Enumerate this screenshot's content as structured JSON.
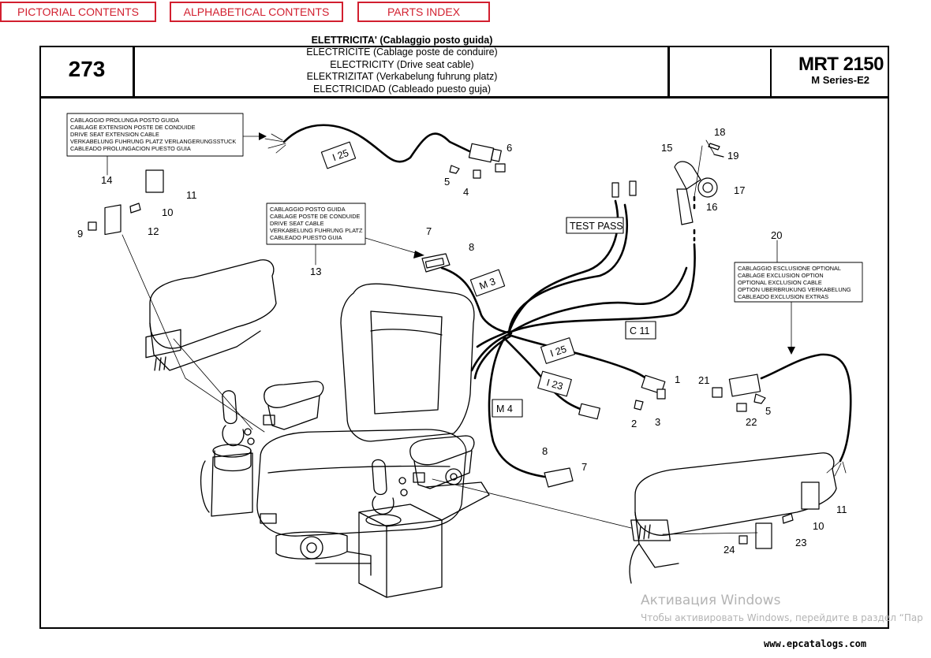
{
  "nav": {
    "pictorial": "PICTORIAL CONTENTS",
    "alphabetical": "ALPHABETICAL CONTENTS",
    "parts_index": "PARTS INDEX"
  },
  "header": {
    "page_number": "273",
    "titles": [
      "ELETTRICITA' (Cablaggio posto guida)",
      "ELECTRICITE (Cablage poste de conduire)",
      "ELECTRICITY (Drive seat cable)",
      "ELEKTRIZITAT (Verkabelung fuhrung platz)",
      "ELECTRICIDAD (Cableado puesto guja)"
    ],
    "model": "MRT 2150",
    "series": "M Series-E2"
  },
  "notes": {
    "extension": [
      "CABLAGGIO PROLUNGA POSTO GUIDA",
      "CABLAGE EXTENSION POSTE DE CONDUIDE",
      "DRIVE SEAT EXTENSION CABLE",
      "VERKABELUNG FUHRUNG PLATZ VERLANGERUNGSSTUCK",
      "CABLEADO PROLUNGACION PUESTO GUIA"
    ],
    "drive_seat": [
      "CABLAGGIO POSTO GUIDA",
      "CABLAGE POSTE DE CONDUIDE",
      "DRIVE SEAT CABLE",
      "VERKABELUNG FUHRUNG PLATZ",
      "CABLEADO PUESTO GUIA"
    ],
    "exclusion": [
      "CABLAGGIO ESCLUSIONE OPTIONAL",
      "CABLAGE EXCLUSION OPTION",
      "OPTIONAL EXCLUSION CABLE",
      "OPTION UBERBRUKUNG VERKABELUNG",
      "CABLEADO EXCLUSION EXTRAS"
    ]
  },
  "cable_tags": {
    "i25_top": "I 25",
    "test_pass": "TEST PASS",
    "m3": "M 3",
    "c11": "C 11",
    "i25_mid": "I 25",
    "i23": "I 23",
    "m4": "M 4"
  },
  "callouts": [
    "1",
    "2",
    "3",
    "4",
    "5",
    "6",
    "7",
    "8",
    "9",
    "10",
    "11",
    "12",
    "13",
    "14",
    "15",
    "16",
    "17",
    "18",
    "19",
    "20",
    "21",
    "22",
    "5",
    "7",
    "8",
    "10",
    "11",
    "23",
    "24"
  ],
  "watermark": {
    "line1": "Активация Windows",
    "line2": "Чтобы активировать Windows, перейдите в раздел “Пар"
  },
  "site": "www.epcatalogs.com"
}
